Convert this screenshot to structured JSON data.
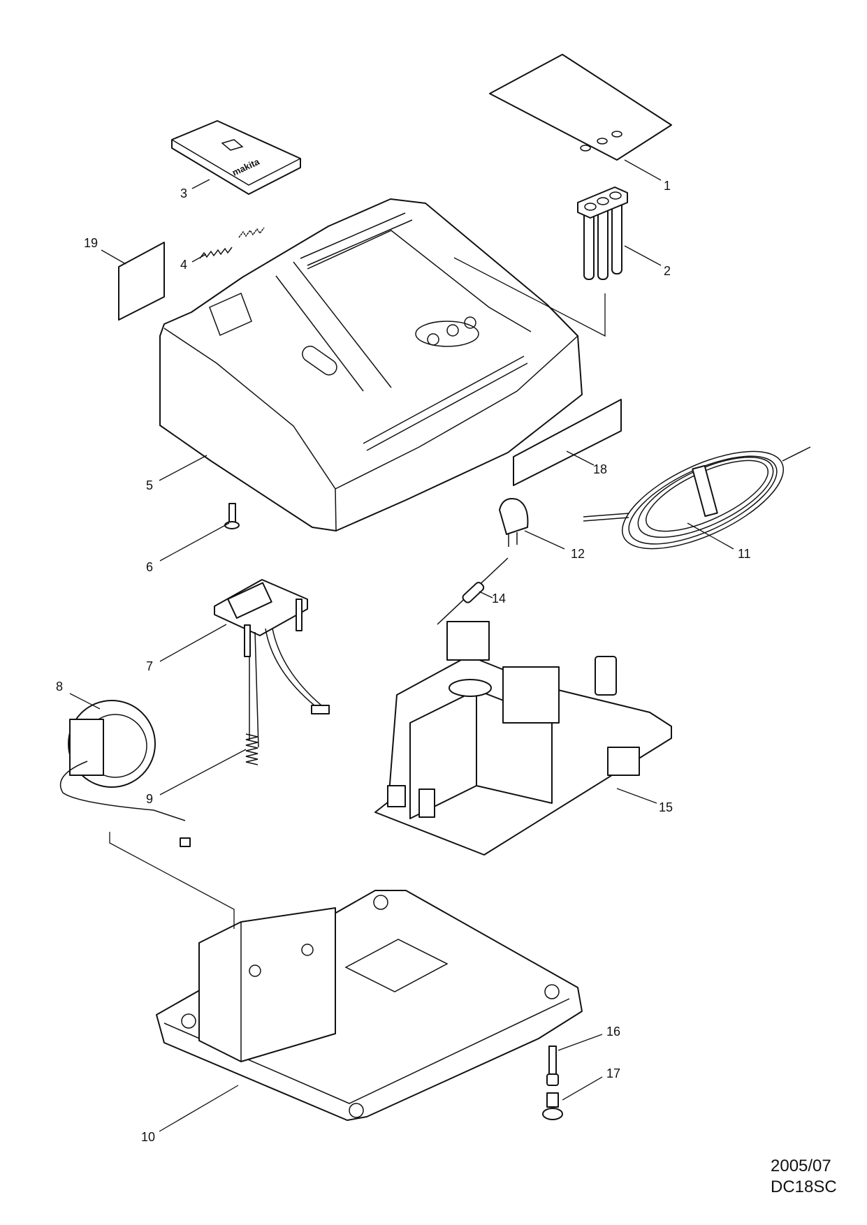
{
  "diagram": {
    "type": "exploded parts diagram",
    "brand_mark": "makita",
    "parts": [
      {
        "no": "1"
      },
      {
        "no": "2"
      },
      {
        "no": "3"
      },
      {
        "no": "4"
      },
      {
        "no": "5"
      },
      {
        "no": "6"
      },
      {
        "no": "7"
      },
      {
        "no": "8"
      },
      {
        "no": "9"
      },
      {
        "no": "10"
      },
      {
        "no": "11"
      },
      {
        "no": "12"
      },
      {
        "no": "14"
      },
      {
        "no": "15"
      },
      {
        "no": "16"
      },
      {
        "no": "17"
      },
      {
        "no": "18"
      },
      {
        "no": "19"
      }
    ]
  },
  "footer": {
    "date": "2005/07",
    "model": "DC18SC"
  }
}
